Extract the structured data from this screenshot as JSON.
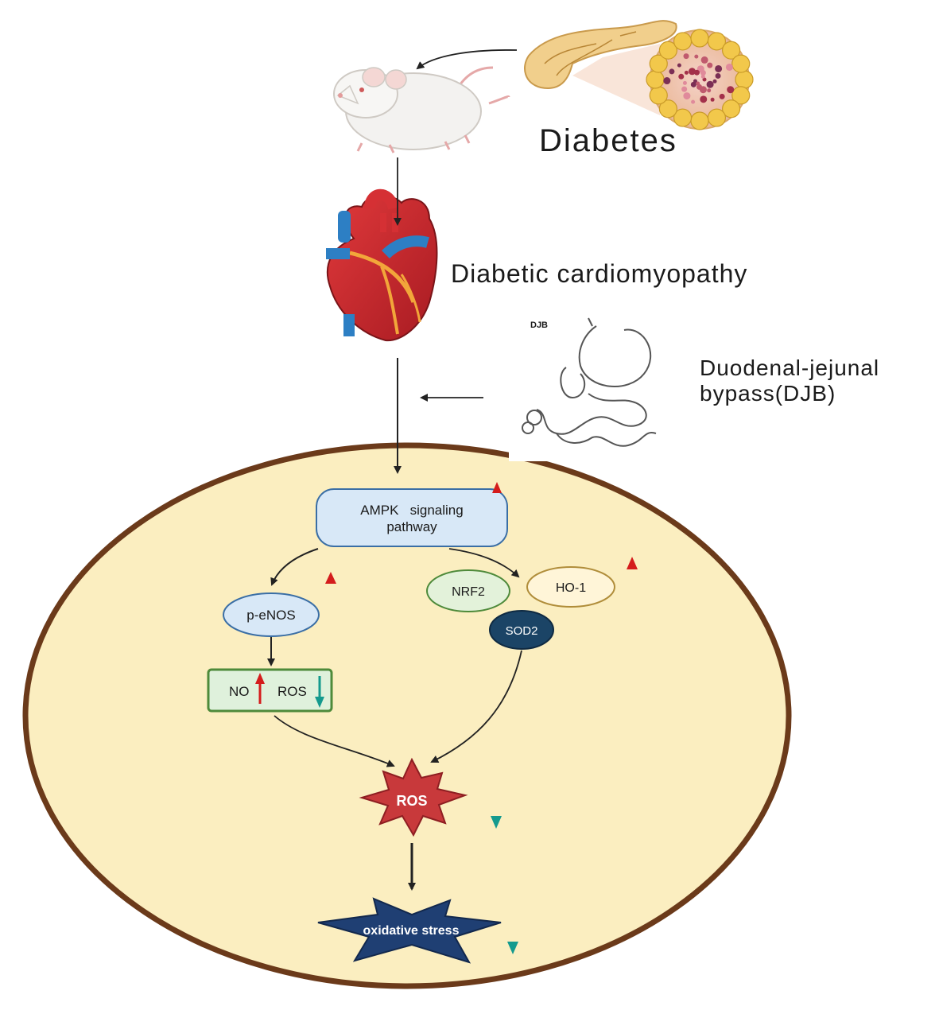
{
  "labels": {
    "diabetes": "Diabetes",
    "cardiomyopathy": "Diabetic cardiomyopathy",
    "djb_tag": "DJB",
    "djb_line1": "Duodenal-jejunal",
    "djb_line2": "bypass(DJB)"
  },
  "nodes": {
    "ampk_line1": "AMPK   signaling",
    "ampk_line2": "pathway",
    "p_enos": "p-eNOS",
    "nrf2": "NRF2",
    "ho1": "HO-1",
    "sod2": "SOD2",
    "no": "NO",
    "ros_small": "ROS",
    "ros_burst": "ROS",
    "oxidative_stress": "oxidative stress"
  },
  "icons": {
    "rat": "rat-icon",
    "pancreas": "pancreas-icon",
    "islet": "islet-cells-icon",
    "heart": "heart-icon",
    "stomach": "stomach-intestine-icon"
  },
  "colors": {
    "cell_fill": "#fbeec0",
    "cell_stroke": "#6b3a1a",
    "up_arrow": "#d41c1c",
    "down_arrow": "#149a8e",
    "ampk_fill": "#d8e8f7",
    "ampk_stroke": "#3a6ea5",
    "nrf2_fill": "#e3f2da",
    "nrf2_stroke": "#4e8a3a",
    "ho1_fill": "#fff5d8",
    "ho1_stroke": "#b08d3a",
    "sod2_fill": "#1b4466",
    "no_ros_fill": "#dff1dc",
    "no_ros_stroke": "#4e8a3a",
    "ros_burst_fill": "#c8393b",
    "ox_fill": "#1f3f73"
  }
}
